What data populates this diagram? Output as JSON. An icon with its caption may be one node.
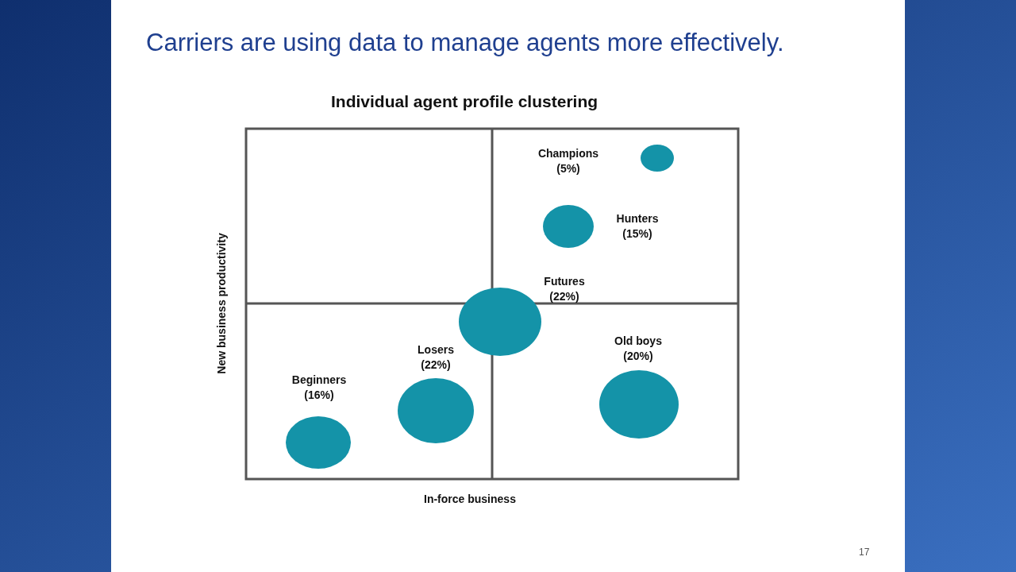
{
  "diagram": {
    "title": "Carriers are using data to manage agents more effectively.",
    "nodes": [
      {
        "text": [],
        "shape": "circle",
        "beside": [
          "Champions (5%)"
        ]
      },
      {
        "text": [],
        "shape": "circle",
        "beside": [
          "Hunters (15%)"
        ]
      },
      {
        "text": [],
        "shape": "circle",
        "beside": [
          "Futures (22%)"
        ]
      },
      {
        "text": [],
        "shape": "circle",
        "beside": [
          "Losers (22%)"
        ]
      },
      {
        "text": [],
        "shape": "circle",
        "beside": [
          "Old boys (20%)"
        ]
      },
      {
        "text": [],
        "shape": "circle",
        "beside": [
          "Beginners (16%)"
        ]
      }
    ],
    "labels": [
      "Individual agent profile clustering",
      "New business productivity",
      "In-force business",
      "17"
    ]
  }
}
